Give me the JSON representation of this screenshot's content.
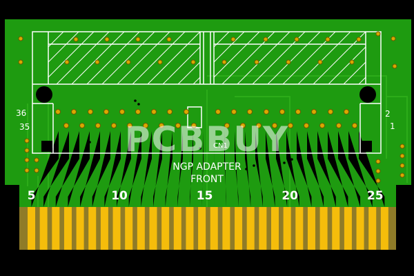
{
  "board": {
    "title": "NGP ADAPTER",
    "subtitle": "FRONT",
    "watermark": "PCBBUY",
    "ref_designator": "CN1",
    "pin_labels": {
      "top_left": "36",
      "bottom_left": "35",
      "top_right": "2",
      "bottom_right": "1"
    },
    "edge_labels": [
      "5",
      "10",
      "15",
      "20",
      "25"
    ],
    "colors": {
      "background": "#000000",
      "board_green": "#1e9b10",
      "trace_green": "#33b81f",
      "silkscreen": "#ffffff",
      "gold": "#f5bd0b",
      "edge_tab": "#c9a72a",
      "via": "#d9a800"
    }
  }
}
